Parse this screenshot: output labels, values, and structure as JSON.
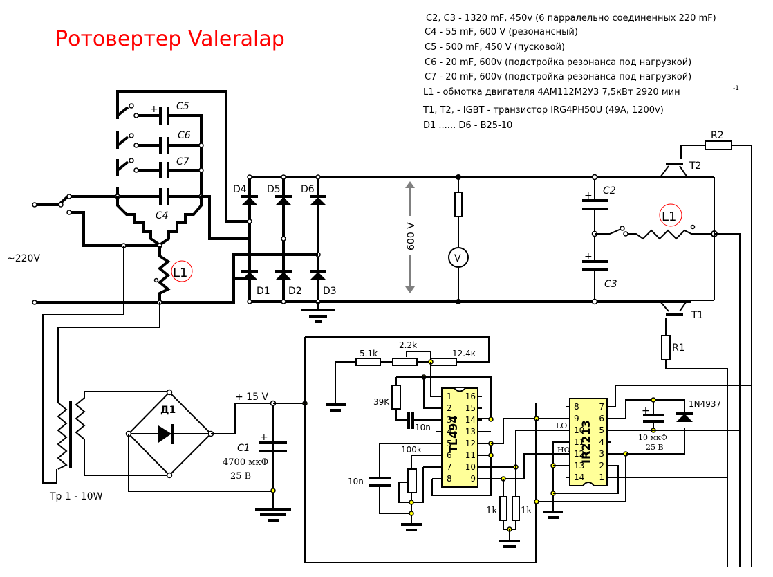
{
  "title": "Ротовертер Valeralap",
  "colors": {
    "title": "#ff0000",
    "ic_fill": "#ffff99",
    "junction_yellow": "#ffff00",
    "arrow_gray": "#808080",
    "l1_circle": "#ff0000"
  },
  "specs": [
    "C2, C3 - 1320 mF, 450v   (6 парралельно соединенных 220 mF)",
    "C4 - 55 mF, 600 V (резонансный)",
    "C5 - 500 mF, 450 V (пусковой)",
    "C6 - 20 mF, 600v (подстройка резонанса под нагрузкой)",
    "C7 - 20 mF, 600v (подстройка резонанса под нагрузкой)",
    "L1 - обмотка двигателя  4АМ112М2У3  7,5кВт  2920 мин",
    "T1, T2, - IGBT - транзистор IRG4PH50U  (49A, 1200v)",
    "D1 ...... D6  -  B25-10"
  ],
  "spec_superscript": "-1",
  "mains": {
    "label": "~220V"
  },
  "caps": {
    "c5": "C5",
    "c6": "C6",
    "c7": "C7",
    "c4": "C4",
    "c2": "C2",
    "c3": "C3",
    "plus": "+"
  },
  "coil": {
    "label": "L1"
  },
  "diodes": {
    "d1": "D1",
    "d2": "D2",
    "d3": "D3",
    "d4": "D4",
    "d5": "D5",
    "d6": "D6"
  },
  "bus": {
    "voltage": "600 V",
    "meter": "V"
  },
  "transistors": {
    "t1": "T1",
    "t2": "T2",
    "r1": "R1",
    "r2": "R2"
  },
  "psu": {
    "transformer": "Тр 1 - 10W",
    "bridge": "Д1",
    "rail": "+ 15 V",
    "c1_name": "C1",
    "c1_value": "4700 мкФ",
    "c1_voltage": "25 В"
  },
  "tl494": {
    "name": "TL494",
    "left_pins": [
      "1",
      "2",
      "3",
      "4",
      "5",
      "6",
      "7",
      "8"
    ],
    "right_pins": [
      "16",
      "15",
      "14",
      "13",
      "12",
      "11",
      "10",
      "9"
    ],
    "r_5k1": "5.1k",
    "pot_2k2": "2.2k",
    "r_12k4": "12.4к",
    "r_39k": "39K",
    "c_10n_a": "10n",
    "pot_100k": "100k",
    "c_10n_b": "10n"
  },
  "ir2213": {
    "name": "IR2213",
    "left_pins": [
      "8",
      "9",
      "10",
      "11",
      "12",
      "13",
      "14"
    ],
    "right_pins": [
      "7",
      "6",
      "5",
      "4",
      "3",
      "2",
      "1"
    ],
    "lo": "LO",
    "ho": "HO",
    "cap_value": "10 мкФ",
    "cap_voltage": "25 В",
    "diode": "1N4937",
    "r_1k_a": "1k",
    "r_1k_b": "1k"
  }
}
